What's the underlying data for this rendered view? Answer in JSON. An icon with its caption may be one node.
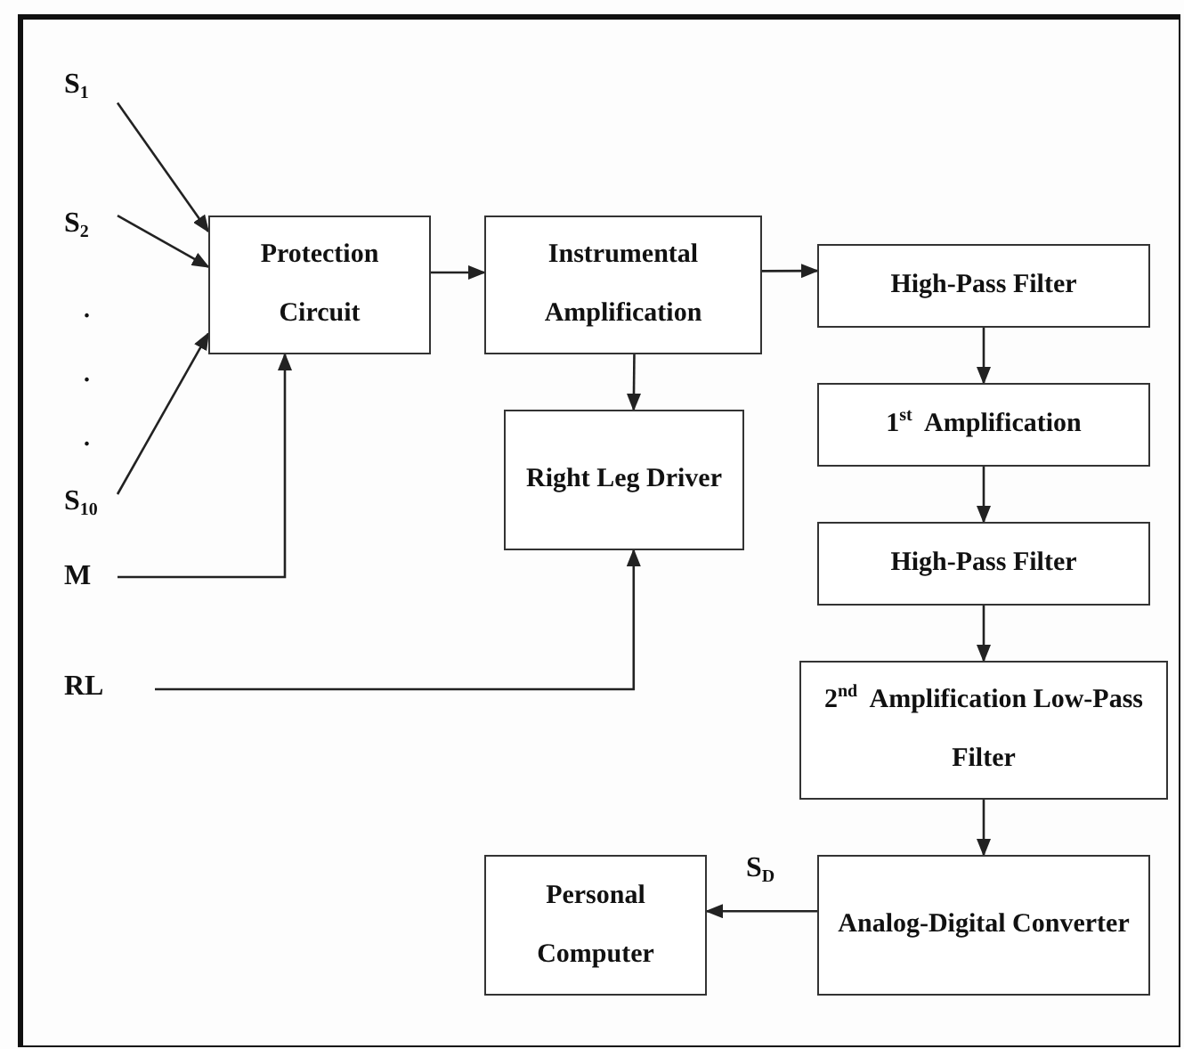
{
  "diagram": {
    "nodes": [
      {
        "text": [
          "S$_{1}$"
        ]
      },
      {
        "text": [
          "S$_{2}$"
        ]
      },
      {
        "text": [
          "S$_{10}$"
        ]
      },
      {
        "text": [
          "M"
        ]
      },
      {
        "text": [
          "RL"
        ]
      },
      {
        "text": [
          "Protection Circuit"
        ]
      },
      {
        "text": [
          "Instrumental Amplification"
        ]
      },
      {
        "text": [
          "High-Pass Filter"
        ]
      },
      {
        "text": [
          "1$^{st}$  Amplification"
        ]
      },
      {
        "text": [
          "Right Leg Driver"
        ]
      },
      {
        "text": [
          "High-Pass Filter"
        ]
      },
      {
        "text": [
          "2$^{nd}$  Amplification Low-Pass Filter"
        ]
      },
      {
        "text": [
          "Analog-Digital Converter"
        ]
      },
      {
        "text": [
          "Personal Computer"
        ]
      }
    ],
    "edges": [
      {
        "from": 0,
        "to": 5,
        "arrow": "to"
      },
      {
        "from": 1,
        "to": 5,
        "arrow": "to"
      },
      {
        "from": 2,
        "to": 5,
        "arrow": "to"
      },
      {
        "from": 3,
        "to": 5,
        "arrow": "to"
      },
      {
        "from": 4,
        "to": 9,
        "arrow": "to"
      },
      {
        "from": 5,
        "to": 6,
        "arrow": "to"
      },
      {
        "from": 6,
        "to": 7,
        "arrow": "to"
      },
      {
        "from": 6,
        "to": 9,
        "arrow": "to"
      },
      {
        "from": 7,
        "to": 8,
        "arrow": "to"
      },
      {
        "from": 8,
        "to": 10,
        "arrow": "to"
      },
      {
        "from": 10,
        "to": 11,
        "arrow": "to"
      },
      {
        "from": 11,
        "to": 12,
        "arrow": "to"
      },
      {
        "from": 12,
        "to": 13,
        "arrow": "to",
        "label": "S$_{D}$"
      }
    ],
    "labels": [
      ".",
      ".",
      "."
    ]
  }
}
